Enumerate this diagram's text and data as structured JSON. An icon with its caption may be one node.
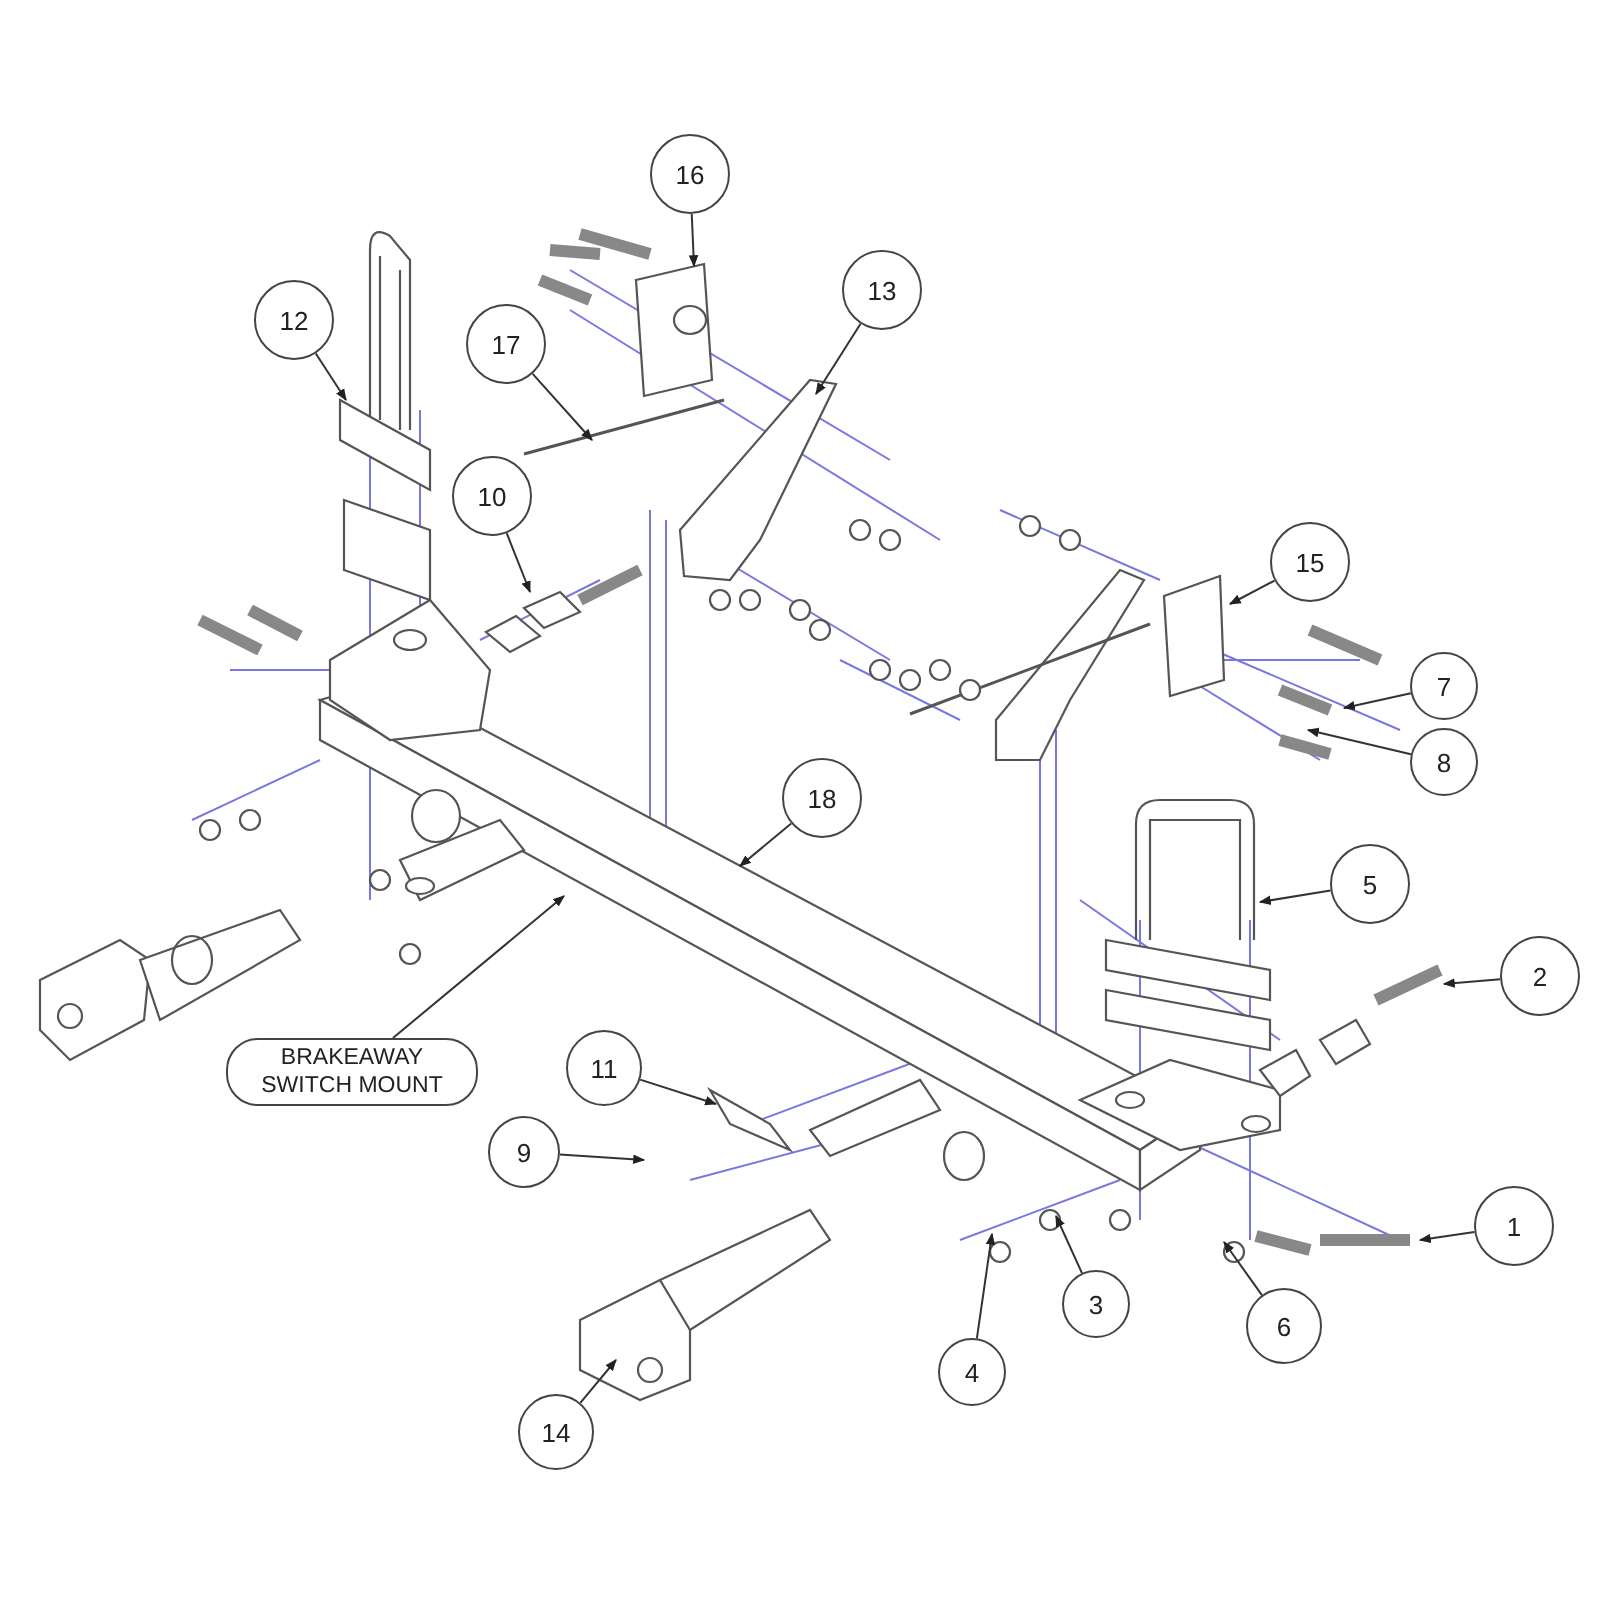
{
  "diagram": {
    "nodes": [
      {
        "text": [
          "16"
        ]
      },
      {
        "text": [
          "13"
        ]
      },
      {
        "text": [
          "12"
        ]
      },
      {
        "text": [
          "17"
        ]
      },
      {
        "text": [
          "10"
        ]
      },
      {
        "text": [
          "15"
        ]
      },
      {
        "text": [
          "7"
        ]
      },
      {
        "text": [
          "8"
        ]
      },
      {
        "text": [
          "18"
        ]
      },
      {
        "text": [
          "5"
        ]
      },
      {
        "text": [
          "2"
        ]
      },
      {
        "text": [
          "BRAKEAWAY SWITCH MOUNT"
        ]
      },
      {
        "text": [
          "11"
        ]
      },
      {
        "text": [
          "9"
        ]
      },
      {
        "text": [
          "1"
        ]
      },
      {
        "text": [
          "3"
        ]
      },
      {
        "text": [
          "6"
        ]
      },
      {
        "text": [
          "4"
        ]
      },
      {
        "text": [
          "14"
        ]
      }
    ],
    "edges": [
      {
        "from": 0,
        "to": null,
        "arrow": "to"
      },
      {
        "from": 1,
        "to": null,
        "arrow": "to"
      },
      {
        "from": 2,
        "to": null,
        "arrow": "to"
      },
      {
        "from": 3,
        "to": null,
        "arrow": "to"
      },
      {
        "from": 4,
        "to": null,
        "arrow": "to"
      },
      {
        "from": 5,
        "to": null,
        "arrow": "to"
      },
      {
        "from": 6,
        "to": null,
        "arrow": "to"
      },
      {
        "from": 7,
        "to": null,
        "arrow": "to"
      },
      {
        "from": 8,
        "to": null,
        "arrow": "to"
      },
      {
        "from": 9,
        "to": null,
        "arrow": "to"
      },
      {
        "from": 10,
        "to": null,
        "arrow": "to"
      },
      {
        "from": 11,
        "to": null,
        "arrow": "to"
      },
      {
        "from": 12,
        "to": null,
        "arrow": "to"
      },
      {
        "from": 13,
        "to": null,
        "arrow": "to"
      },
      {
        "from": 14,
        "to": null,
        "arrow": "to"
      },
      {
        "from": 15,
        "to": null,
        "arrow": "to"
      },
      {
        "from": 16,
        "to": null,
        "arrow": "to"
      },
      {
        "from": 17,
        "to": null,
        "arrow": "to"
      },
      {
        "from": 18,
        "to": null,
        "arrow": "to"
      }
    ]
  }
}
